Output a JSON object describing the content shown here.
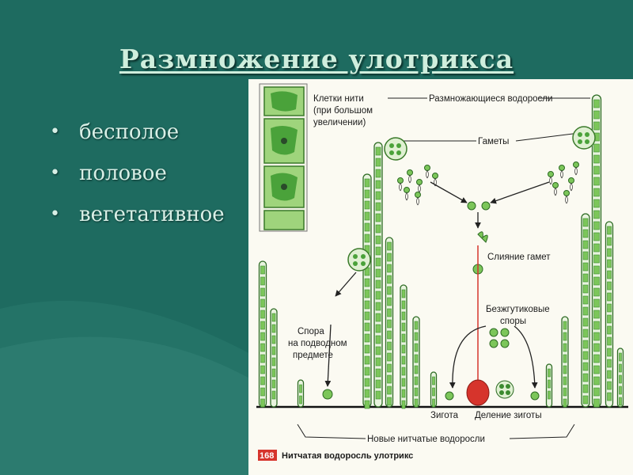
{
  "slide": {
    "title": "Размножение улотрикса",
    "bullets": [
      "бесполое",
      "половое",
      "вегетативное"
    ]
  },
  "figure": {
    "labels": {
      "cells": [
        "Клетки нити",
        "(при большом",
        "увеличении)"
      ],
      "reproducing": "Размножающиеся водоросли",
      "gametes": "Гаметы",
      "fusion": "Слияние гамет",
      "flagless": [
        "Безжгутиковые",
        "споры"
      ],
      "spore": [
        "Спора",
        "на подводном",
        "предмете"
      ],
      "zygote": "Зигота",
      "division": "Деление зиготы",
      "new_algae": "Новые нитчатые водоросли",
      "caption_number": "168",
      "caption": "Нитчатая водоросль улотрикс"
    }
  },
  "colors": {
    "background": "#1e6b60",
    "figure_bg": "#fbfaf2",
    "cell_green": "#7cc65a",
    "zygote_red": "#d6342c"
  }
}
